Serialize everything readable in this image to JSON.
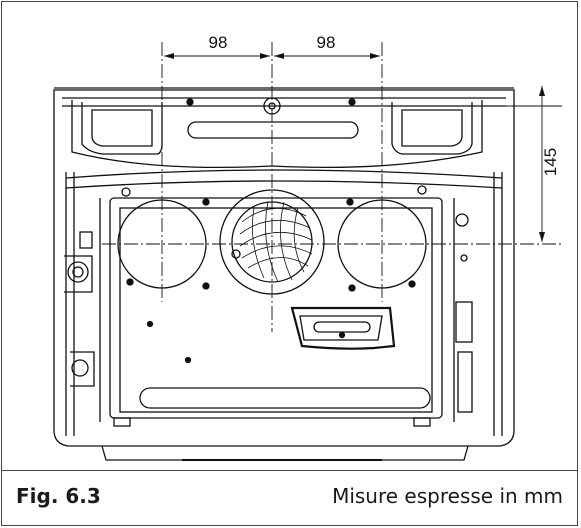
{
  "figure": {
    "label": "Fig. 6.3",
    "units_note": "Misure espresse in mm"
  },
  "dimensions": {
    "left_horizontal": "98",
    "right_horizontal": "98",
    "vertical": "145"
  }
}
